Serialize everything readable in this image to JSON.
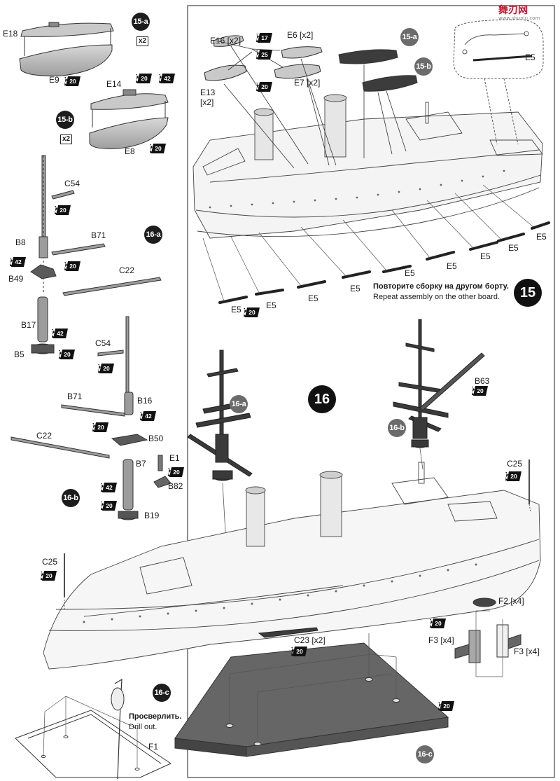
{
  "watermark": {
    "cn": "舞刃网",
    "url": "www.shuniu.com"
  },
  "steps": {
    "s15": "15",
    "s15a": "15-a",
    "s15b": "15-b",
    "s16": "16",
    "s16a": "16-a",
    "s16b": "16-b",
    "s16c": "16-c"
  },
  "multipliers": {
    "x2": "x2"
  },
  "glue_codes": {
    "g17": "17",
    "g20": "20",
    "g25": "25",
    "g42": "42"
  },
  "parts": {
    "E18": "E18",
    "E9": "E9",
    "E14": "E14",
    "E8": "E8",
    "C54": "C54",
    "B8": "B8",
    "B71": "B71",
    "B49": "B49",
    "C22": "C22",
    "B17": "B17",
    "B5": "B5",
    "B16": "B16",
    "B50": "B50",
    "B7": "B7",
    "E1": "E1",
    "B82": "B82",
    "B19": "B19",
    "C25": "C25",
    "F1": "F1",
    "E16x2": "E16 [x2]",
    "E6x2": "E6 [x2]",
    "E7x2": "E7 [x2]",
    "E13": "E13",
    "E13x": "[x2]",
    "E5": "E5",
    "B63": "B63",
    "F2x4": "F2 [x4]",
    "F3x4": "F3 [x4]",
    "C23x2": "C23 [x2]"
  },
  "notes": {
    "repeat_ru": "Повторите сборку на другом борту.",
    "repeat_en": "Repeat assembly on the other board.",
    "drill_ru": "Просверлить.",
    "drill_en": "Drill out."
  },
  "colors": {
    "glue_badge": "#111111",
    "part_grey": "#b9b9b9",
    "dark_part": "#3c3c3c",
    "line": "#333333"
  }
}
